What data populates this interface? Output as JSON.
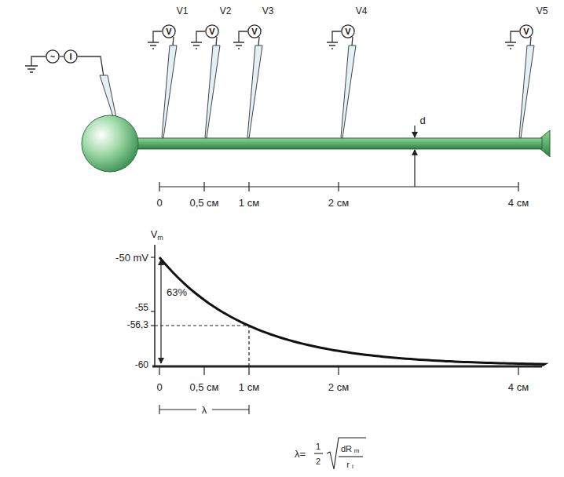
{
  "diagram": {
    "nodes": [
      {
        "text": [
          "~"
        ]
      },
      {
        "text": [
          "I"
        ]
      },
      {
        "text": [
          "V"
        ]
      },
      {
        "text": [
          "V"
        ]
      },
      {
        "text": [
          "V"
        ]
      },
      {
        "text": [
          "V"
        ]
      },
      {
        "text": [
          "V"
        ]
      }
    ],
    "edges": [
      {
        "from": 0,
        "to": 1,
        "arrow": "none"
      }
    ],
    "labels": [
      "V1",
      "V2",
      "V3",
      "V4",
      "V5",
      "d",
      "0",
      "0,5 см",
      "1 см",
      "2 см",
      "4 см",
      "V",
      "m",
      "-50 mV",
      "63%",
      "-55",
      "-56,3",
      "-60",
      "0",
      "0,5 см",
      "1 см",
      "2 см",
      "4 см",
      "λ",
      "λ=",
      "1",
      "2",
      "dR",
      "m",
      "r",
      "i"
    ]
  }
}
